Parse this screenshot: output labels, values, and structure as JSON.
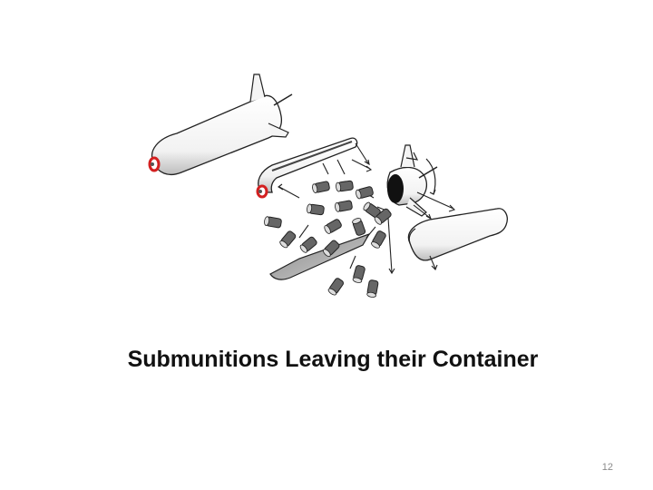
{
  "slide": {
    "caption": "Submunitions Leaving their Container",
    "page_number": "12"
  },
  "illustration": {
    "icon": "submunitions-dispersal-diagram"
  },
  "colors": {
    "background": "#ffffff",
    "caption_text": "#111111",
    "page_number_text": "#8a8a8a",
    "nose_accent": "#d32020",
    "bomblet_fill": "#666666",
    "line_art": "#222222"
  }
}
